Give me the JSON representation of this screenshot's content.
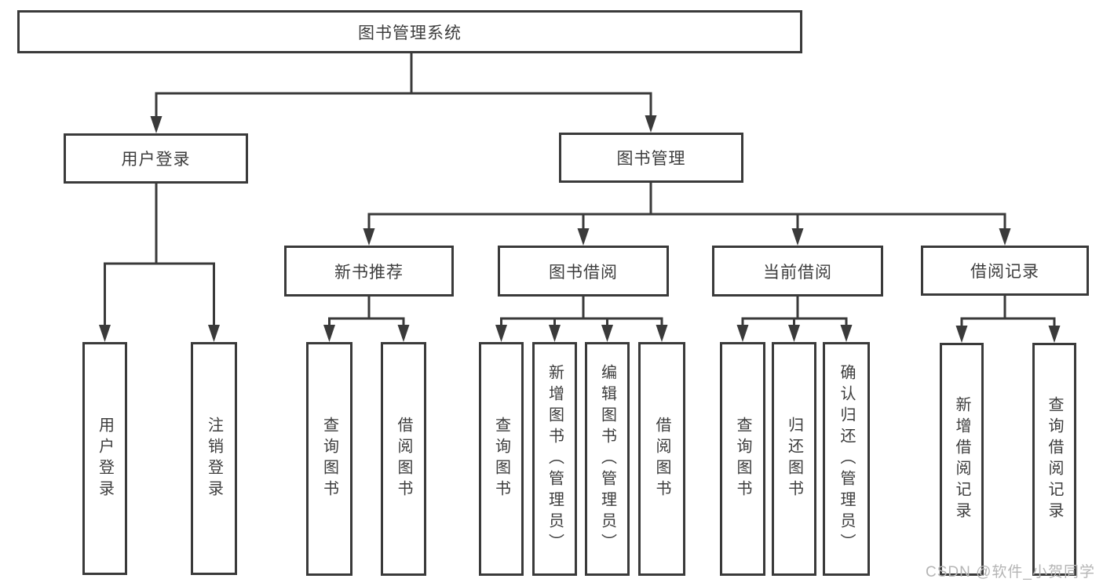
{
  "colors": {
    "line": "#3a3a3a",
    "text": "#3d3d3d",
    "box_bg": "#ffffff",
    "watermark": "#b5b5b5"
  },
  "watermark": {
    "text": "CSDN @软件_小贺同学"
  },
  "tree": {
    "label": "图书管理系统",
    "children": [
      {
        "label": "用户登录",
        "children": [
          {
            "label": "用户登录"
          },
          {
            "label": "注销登录"
          }
        ]
      },
      {
        "label": "图书管理",
        "children": [
          {
            "label": "新书推荐",
            "children": [
              {
                "label": "查询图书"
              },
              {
                "label": "借阅图书"
              }
            ]
          },
          {
            "label": "图书借阅",
            "children": [
              {
                "label": "查询图书"
              },
              {
                "label": "新增图书（管理员）"
              },
              {
                "label": "编辑图书（管理员）"
              },
              {
                "label": "借阅图书"
              }
            ]
          },
          {
            "label": "当前借阅",
            "children": [
              {
                "label": "查询图书"
              },
              {
                "label": "归还图书"
              },
              {
                "label": "确认归还（管理员）"
              }
            ]
          },
          {
            "label": "借阅记录",
            "children": [
              {
                "label": "新增借阅记录"
              },
              {
                "label": "查询借阅记录"
              }
            ]
          }
        ]
      }
    ]
  }
}
